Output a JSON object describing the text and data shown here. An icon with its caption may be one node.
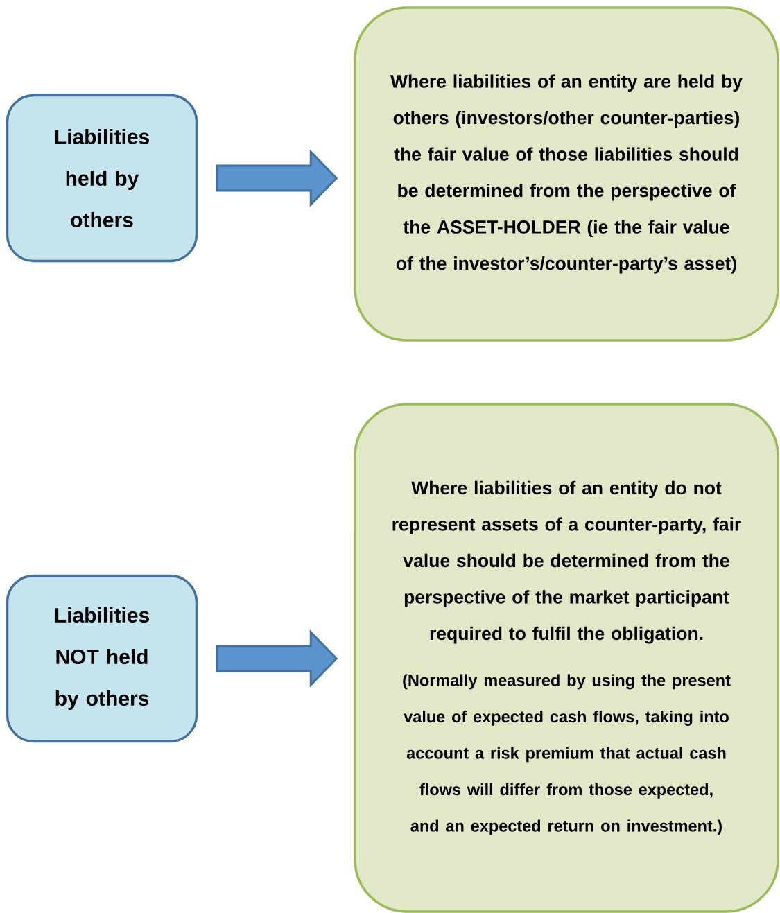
{
  "diagram": {
    "nodes": [
      {
        "text": [
          "Liabilities held by others"
        ]
      },
      {
        "text": [
          "Where liabilities of an entity are held by others (investors/other counter-parties) the fair value of those liabilities should be determined from the perspective of the ASSET-HOLDER (ie the fair value of the investor’s/counter-party’s asset)"
        ]
      },
      {
        "text": [
          "Liabilities NOT held by others"
        ]
      },
      {
        "text": [
          "Where liabilities of an entity do not represent assets of a counter-party, fair value should be determined from the perspective of the market participant required to fulfil the obligation.",
          "(Normally measured by using the present value of expected cash flows, taking into account a risk premium that actual cash flows will differ from those expected, and an expected return on investment.)"
        ]
      }
    ],
    "edges": [
      {
        "from": 0,
        "to": 1,
        "arrow": "to"
      },
      {
        "from": 2,
        "to": 3,
        "arrow": "to"
      }
    ]
  }
}
